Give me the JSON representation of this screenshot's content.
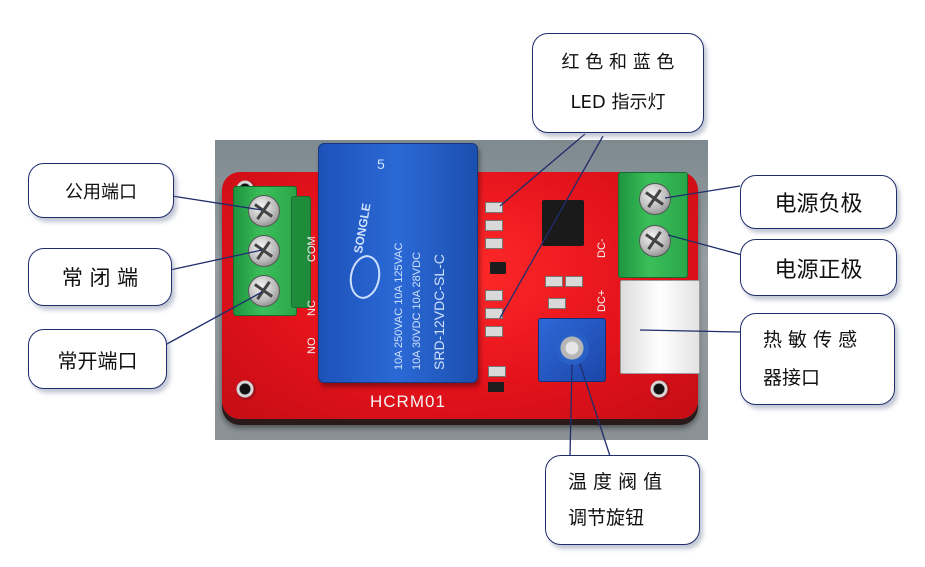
{
  "board": {
    "model": "HCRM01",
    "pin_com": "COM",
    "pin_nc": "NC",
    "pin_no": "NO",
    "pin_dcm": "DC-",
    "pin_dcp": "DC+"
  },
  "relay": {
    "number": "5",
    "brand": "SONGLE",
    "spec1": "10A 250VAC  10A 125VAC",
    "spec2": "10A  30VDC  10A  28VDC",
    "model": "SRD-12VDC-SL-C"
  },
  "labels": {
    "common_port": "公用端口",
    "nc_port": "常 闭 端",
    "no_port": "常开端口",
    "led_line1": "红 色 和 蓝 色",
    "led_line2": "LED 指示灯",
    "power_negative": "电源负极",
    "power_positive": "电源正极",
    "thermal_line1": "热 敏 传 感",
    "thermal_line2": "器接口",
    "knob_line1": "温 度 阀 值",
    "knob_line2": "调节旋钮"
  },
  "colors": {
    "callout_border": "#1f2d6b",
    "leader": "#1f2d6b",
    "pcb": "#e3121b",
    "relay": "#2b69d6",
    "terminal": "#2aa64a"
  }
}
